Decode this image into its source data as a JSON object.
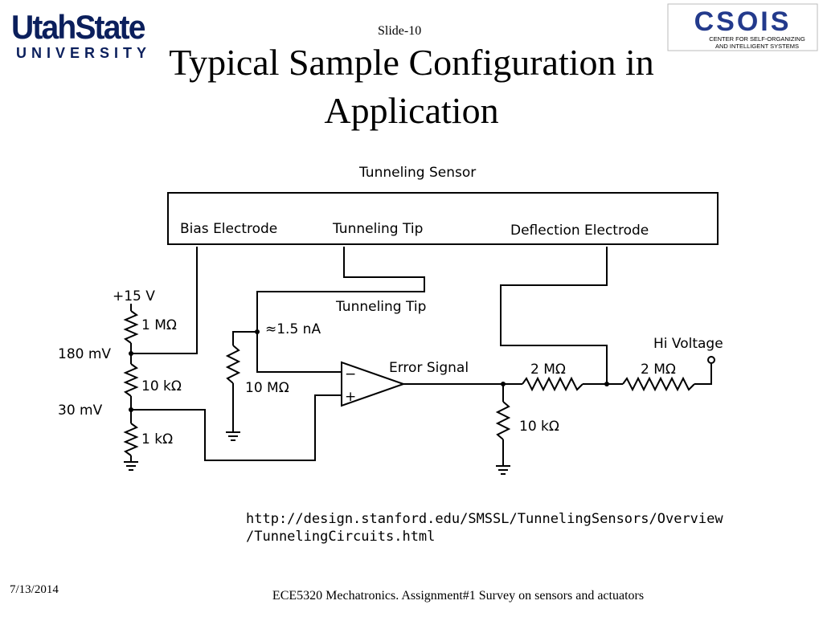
{
  "header": {
    "usu_logo_main": "UtahState",
    "usu_logo_sub": "UNIVERSITY",
    "csois_logo": "CSOIS",
    "csois_tagline_1": "CENTER FOR SELF-ORGANIZING",
    "csois_tagline_2": "AND INTELLIGENT SYSTEMS",
    "slide_number": "Slide-10"
  },
  "title": {
    "line1": "Typical Sample Configuration in",
    "line2": "Application"
  },
  "diagram": {
    "heading": "Tunneling Sensor",
    "box_labels": {
      "bias": "Bias Electrode",
      "tip": "Tunneling Tip",
      "deflection": "Deflection Electrode"
    },
    "labels": {
      "supply": "+15 V",
      "r_top": "1 MΩ",
      "v1": "180 mV",
      "r_mid": "10 kΩ",
      "v2": "30 mV",
      "r_bot": "1 kΩ",
      "tip_label": "Tunneling Tip",
      "current": "≈1.5 nA",
      "r_feedback": "10 MΩ",
      "error": "Error Signal",
      "r_series1": "2 MΩ",
      "r_series2": "2 MΩ",
      "hi_voltage": "Hi Voltage",
      "r_ground": "10 kΩ",
      "opamp_minus": "−",
      "opamp_plus": "+"
    },
    "source_url_line1": "http://design.stanford.edu/SMSSL/TunnelingSensors/Overview",
    "source_url_line2": "/TunnelingCircuits.html"
  },
  "footer": {
    "date": "7/13/2014",
    "course": "ECE5320 Mechatronics. Assignment#1 Survey on sensors and actuators"
  },
  "colors": {
    "usu_navy": "#0b1f5c",
    "csois_blue": "#233a8c"
  }
}
